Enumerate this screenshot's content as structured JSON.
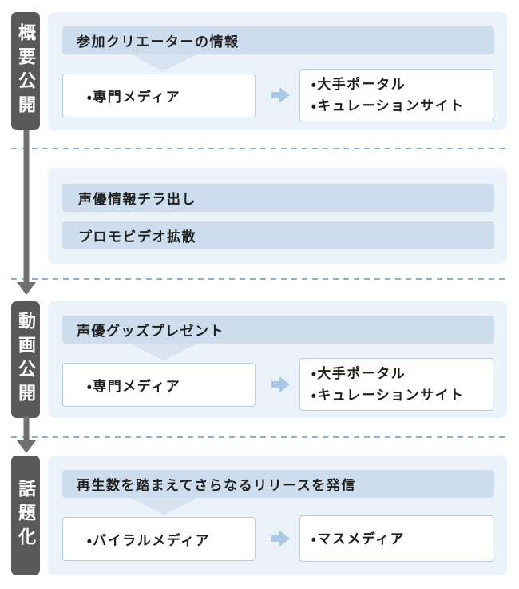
{
  "phases": [
    {
      "tab": "概要公開",
      "header": "参加クリエーターの情報",
      "left_items": [
        "・専門メディア"
      ],
      "right_items": [
        "・大手ポータル",
        "・キュレーションサイト"
      ]
    },
    {
      "tab": "動画公開",
      "header": "声優グッズプレゼント",
      "left_items": [
        "・専門メディア"
      ],
      "right_items": [
        "・大手ポータル",
        "・キュレーションサイト"
      ]
    },
    {
      "tab": "話題化",
      "header": "再生数を踏まえてさらなるリリースを発信",
      "left_items": [
        "・バイラルメディア"
      ],
      "right_items": [
        "・マスメディア"
      ]
    }
  ],
  "teaser_bars": [
    "声優情報チラ出し",
    "プロモビデオ拡散"
  ],
  "colors": {
    "panel_bg": "#ebf2fa",
    "band_bg": "#cdddee",
    "triangle": "#d7e3f1",
    "box_border": "#b7cee5",
    "block_arrow": "#a9c8e8",
    "dash_line": "#8cb2d6",
    "tab_bg": "#595959",
    "flow_arrow": "#6f6f6f",
    "text": "#1f1f1f"
  }
}
